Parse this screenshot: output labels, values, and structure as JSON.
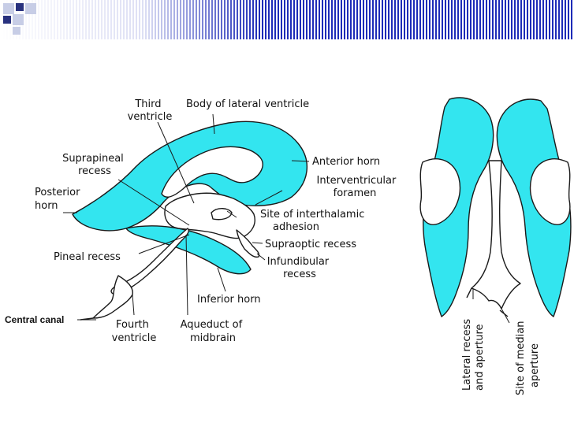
{
  "colors": {
    "ventricle_fill": "#33e5ef",
    "outline": "#1a1a1a",
    "bar_blue": "#1d2bb8",
    "logo_light": "#c7cde6",
    "logo_dark": "#28317e"
  },
  "labels": {
    "third_ventricle": [
      "Third",
      "ventricle"
    ],
    "body_lateral": "Body of lateral ventricle",
    "suprapineal": [
      "Suprapineal",
      "recess"
    ],
    "anterior_horn": "Anterior horn",
    "interventricular": [
      "Interventricular",
      "foramen"
    ],
    "posterior_horn": [
      "Posterior",
      "horn"
    ],
    "interthalamic": [
      "Site of interthalamic",
      "adhesion"
    ],
    "supraoptic": "Supraoptic recess",
    "pineal": "Pineal recess",
    "infundibular": [
      "Infundibular",
      "recess"
    ],
    "inferior_horn": "Inferior horn",
    "central_canal": "Central canal",
    "fourth_ventricle": [
      "Fourth",
      "ventricle"
    ],
    "aqueduct": [
      "Aqueduct of",
      "midbrain"
    ],
    "lateral_recess": [
      "Lateral recess",
      "and aperture"
    ],
    "median_aperture": [
      "Site of median",
      "aperture"
    ]
  }
}
